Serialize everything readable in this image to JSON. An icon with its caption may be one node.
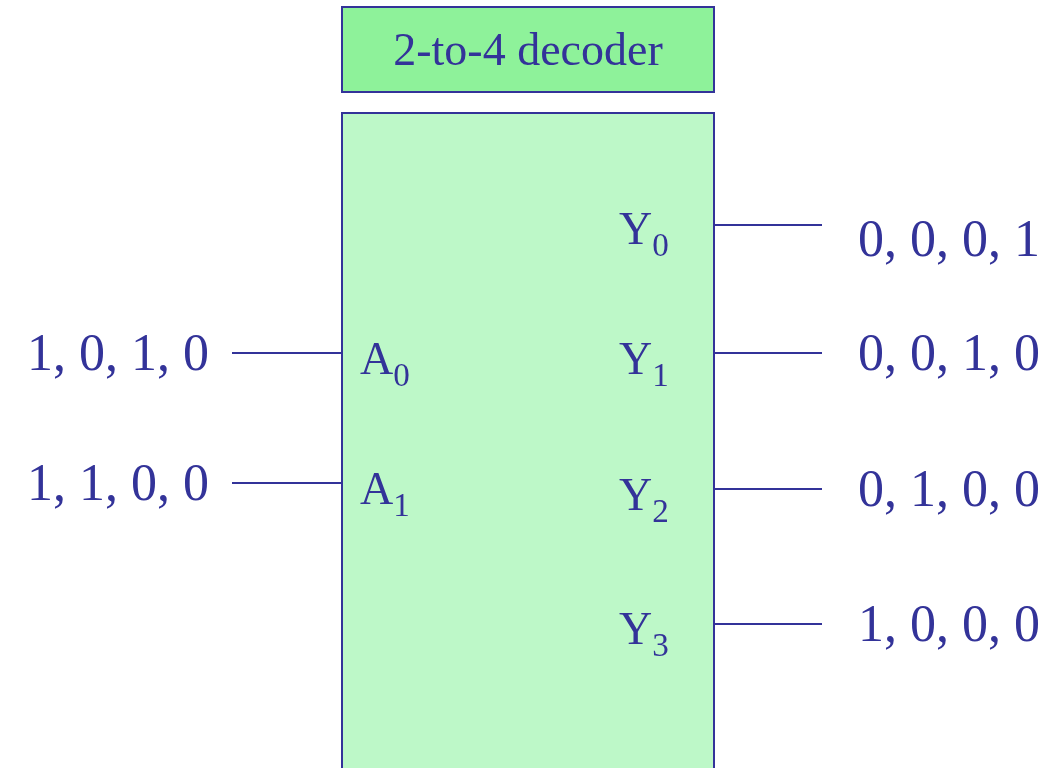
{
  "diagram": {
    "nodes": [
      {
        "text": [
          "2-to-4 decoder"
        ]
      },
      {
        "text": [
          "A$_{0}$",
          "A$_{1}$",
          "Y$_{0}$",
          "Y$_{1}$",
          "Y$_{2}$",
          "Y$_{3}$"
        ]
      },
      {
        "text": [
          "1, 0, 1, 0"
        ]
      },
      {
        "text": [
          "1, 1, 0, 0"
        ]
      },
      {
        "text": [
          "0, 0, 0, 1"
        ]
      },
      {
        "text": [
          "0, 0, 1, 0"
        ]
      },
      {
        "text": [
          "0, 1, 0, 0"
        ]
      },
      {
        "text": [
          "1, 0, 0, 0"
        ]
      }
    ],
    "edges": [
      {
        "from": 2,
        "to": 1,
        "arrow": "none"
      },
      {
        "from": 3,
        "to": 1,
        "arrow": "none"
      },
      {
        "from": 1,
        "to": 4,
        "arrow": "none"
      },
      {
        "from": 1,
        "to": 5,
        "arrow": "none"
      },
      {
        "from": 1,
        "to": 6,
        "arrow": "none"
      },
      {
        "from": 1,
        "to": 7,
        "arrow": "none"
      }
    ]
  }
}
